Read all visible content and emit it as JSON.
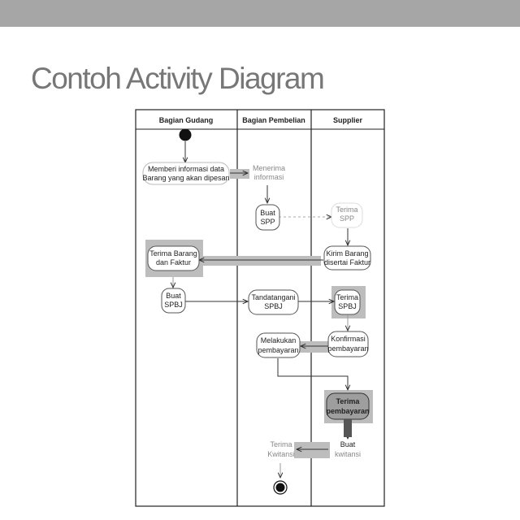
{
  "slide": {
    "title": "Contoh Activity Diagram"
  },
  "lanes": [
    {
      "id": "gudang",
      "title": "Bagian Gudang"
    },
    {
      "id": "pembelian",
      "title": "Bagian Pembelian"
    },
    {
      "id": "supplier",
      "title": "Supplier"
    }
  ],
  "activities": [
    {
      "id": "memberi-informasi",
      "lane": "gudang",
      "lines": [
        "Memberi informasi data",
        "Barang yang akan dipesan"
      ]
    },
    {
      "id": "menerima-informasi",
      "lane": "pembelian",
      "lines": [
        "Menerima",
        "informasi"
      ]
    },
    {
      "id": "buat-spp",
      "lane": "pembelian",
      "lines": [
        "Buat",
        "SPP"
      ]
    },
    {
      "id": "terima-spp",
      "lane": "supplier",
      "lines": [
        "Terima",
        "SPP"
      ]
    },
    {
      "id": "kirim-barang",
      "lane": "supplier",
      "lines": [
        "Kirim Barang",
        "disertai Faktur"
      ]
    },
    {
      "id": "terima-barang",
      "lane": "gudang",
      "lines": [
        "Terima Barang",
        "dan Faktur"
      ]
    },
    {
      "id": "buat-spbj",
      "lane": "gudang",
      "lines": [
        "Buat",
        "SPBJ"
      ]
    },
    {
      "id": "tandatangani-spbj",
      "lane": "pembelian",
      "lines": [
        "Tandatangani",
        "SPBJ"
      ]
    },
    {
      "id": "terima-spbj",
      "lane": "supplier",
      "lines": [
        "Terima",
        "SPBJ"
      ]
    },
    {
      "id": "konfirmasi-pembayaran",
      "lane": "supplier",
      "lines": [
        "Konfirmasi",
        "pembayaran"
      ]
    },
    {
      "id": "melakukan-pembayaran",
      "lane": "pembelian",
      "lines": [
        "Melakukan",
        "pembayaran"
      ]
    },
    {
      "id": "terima-pembayaran",
      "lane": "supplier",
      "lines": [
        "Terima",
        "pembayaran"
      ]
    },
    {
      "id": "buat-kwitansi",
      "lane": "supplier",
      "lines": [
        "Buat",
        "kwitansi"
      ]
    },
    {
      "id": "terima-kwitansi",
      "lane": "pembelian",
      "lines": [
        "Terima",
        "Kwitansi"
      ]
    }
  ],
  "colors": {
    "lane_border": "#222222",
    "node_fill": "#ffffff",
    "node_stroke": "#555555",
    "highlight": "#bdbdbd",
    "edge": "#333333",
    "node_start": "#111111"
  }
}
